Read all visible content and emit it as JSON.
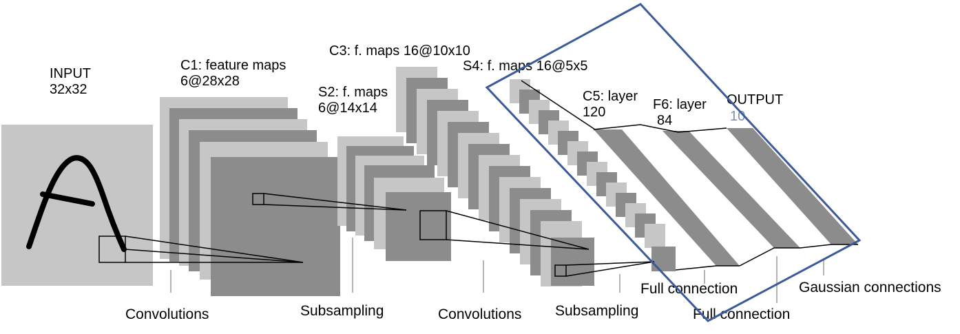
{
  "layers": {
    "input": {
      "name": "INPUT",
      "size": "32x32"
    },
    "c1": {
      "name": "C1: feature maps",
      "size": "6@28x28"
    },
    "s2": {
      "name": "S2: f. maps",
      "size": "6@14x14"
    },
    "c3": {
      "name": "C3: f. maps 16@10x10"
    },
    "s4": {
      "name": "S4: f. maps 16@5x5"
    },
    "c5": {
      "name": "C5: layer",
      "size": "120"
    },
    "f6": {
      "name": "F6: layer",
      "size": "84"
    },
    "output": {
      "name": "OUTPUT",
      "size": "10"
    }
  },
  "operations": {
    "conv1": "Convolutions",
    "sub1": "Subsampling",
    "conv2": "Convolutions",
    "sub2": "Subsampling",
    "full1": "Full connection",
    "full2": "Full connection",
    "gauss": "Gaussian connections"
  },
  "input_glyph": "A",
  "colors": {
    "map_dark": "#8c8c8c",
    "map_light": "#c6c6c6",
    "highlight_box": "#3a5a9a"
  }
}
